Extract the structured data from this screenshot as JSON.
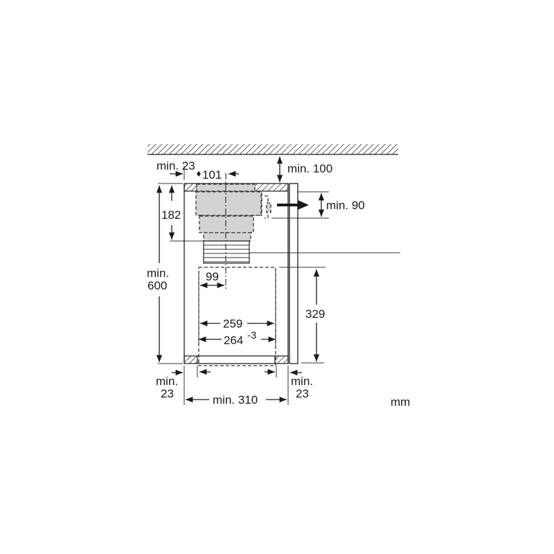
{
  "diagram": {
    "unit_label": "mm",
    "colors": {
      "line": "#1a1a1a",
      "component_fill": "#d3d3d3",
      "background": "#ffffff"
    },
    "dimensions": {
      "top_left_clearance": "min. 23",
      "duct_offset": "101",
      "ceiling_clearance": "min. 100",
      "duct_height": "182",
      "outlet_clearance": "min. 90",
      "cabinet_height_line1": "min.",
      "cabinet_height_line2": "600",
      "center_offset": "99",
      "unit_height": "329",
      "inner_width": "259",
      "cutout_width": "264",
      "cutout_tolerance": "-3",
      "bottom_left_clearance_line1": "min.",
      "bottom_left_clearance_line2": "23",
      "bottom_right_clearance_line1": "min.",
      "bottom_right_clearance_line2": "23",
      "cabinet_width": "min. 310"
    }
  }
}
